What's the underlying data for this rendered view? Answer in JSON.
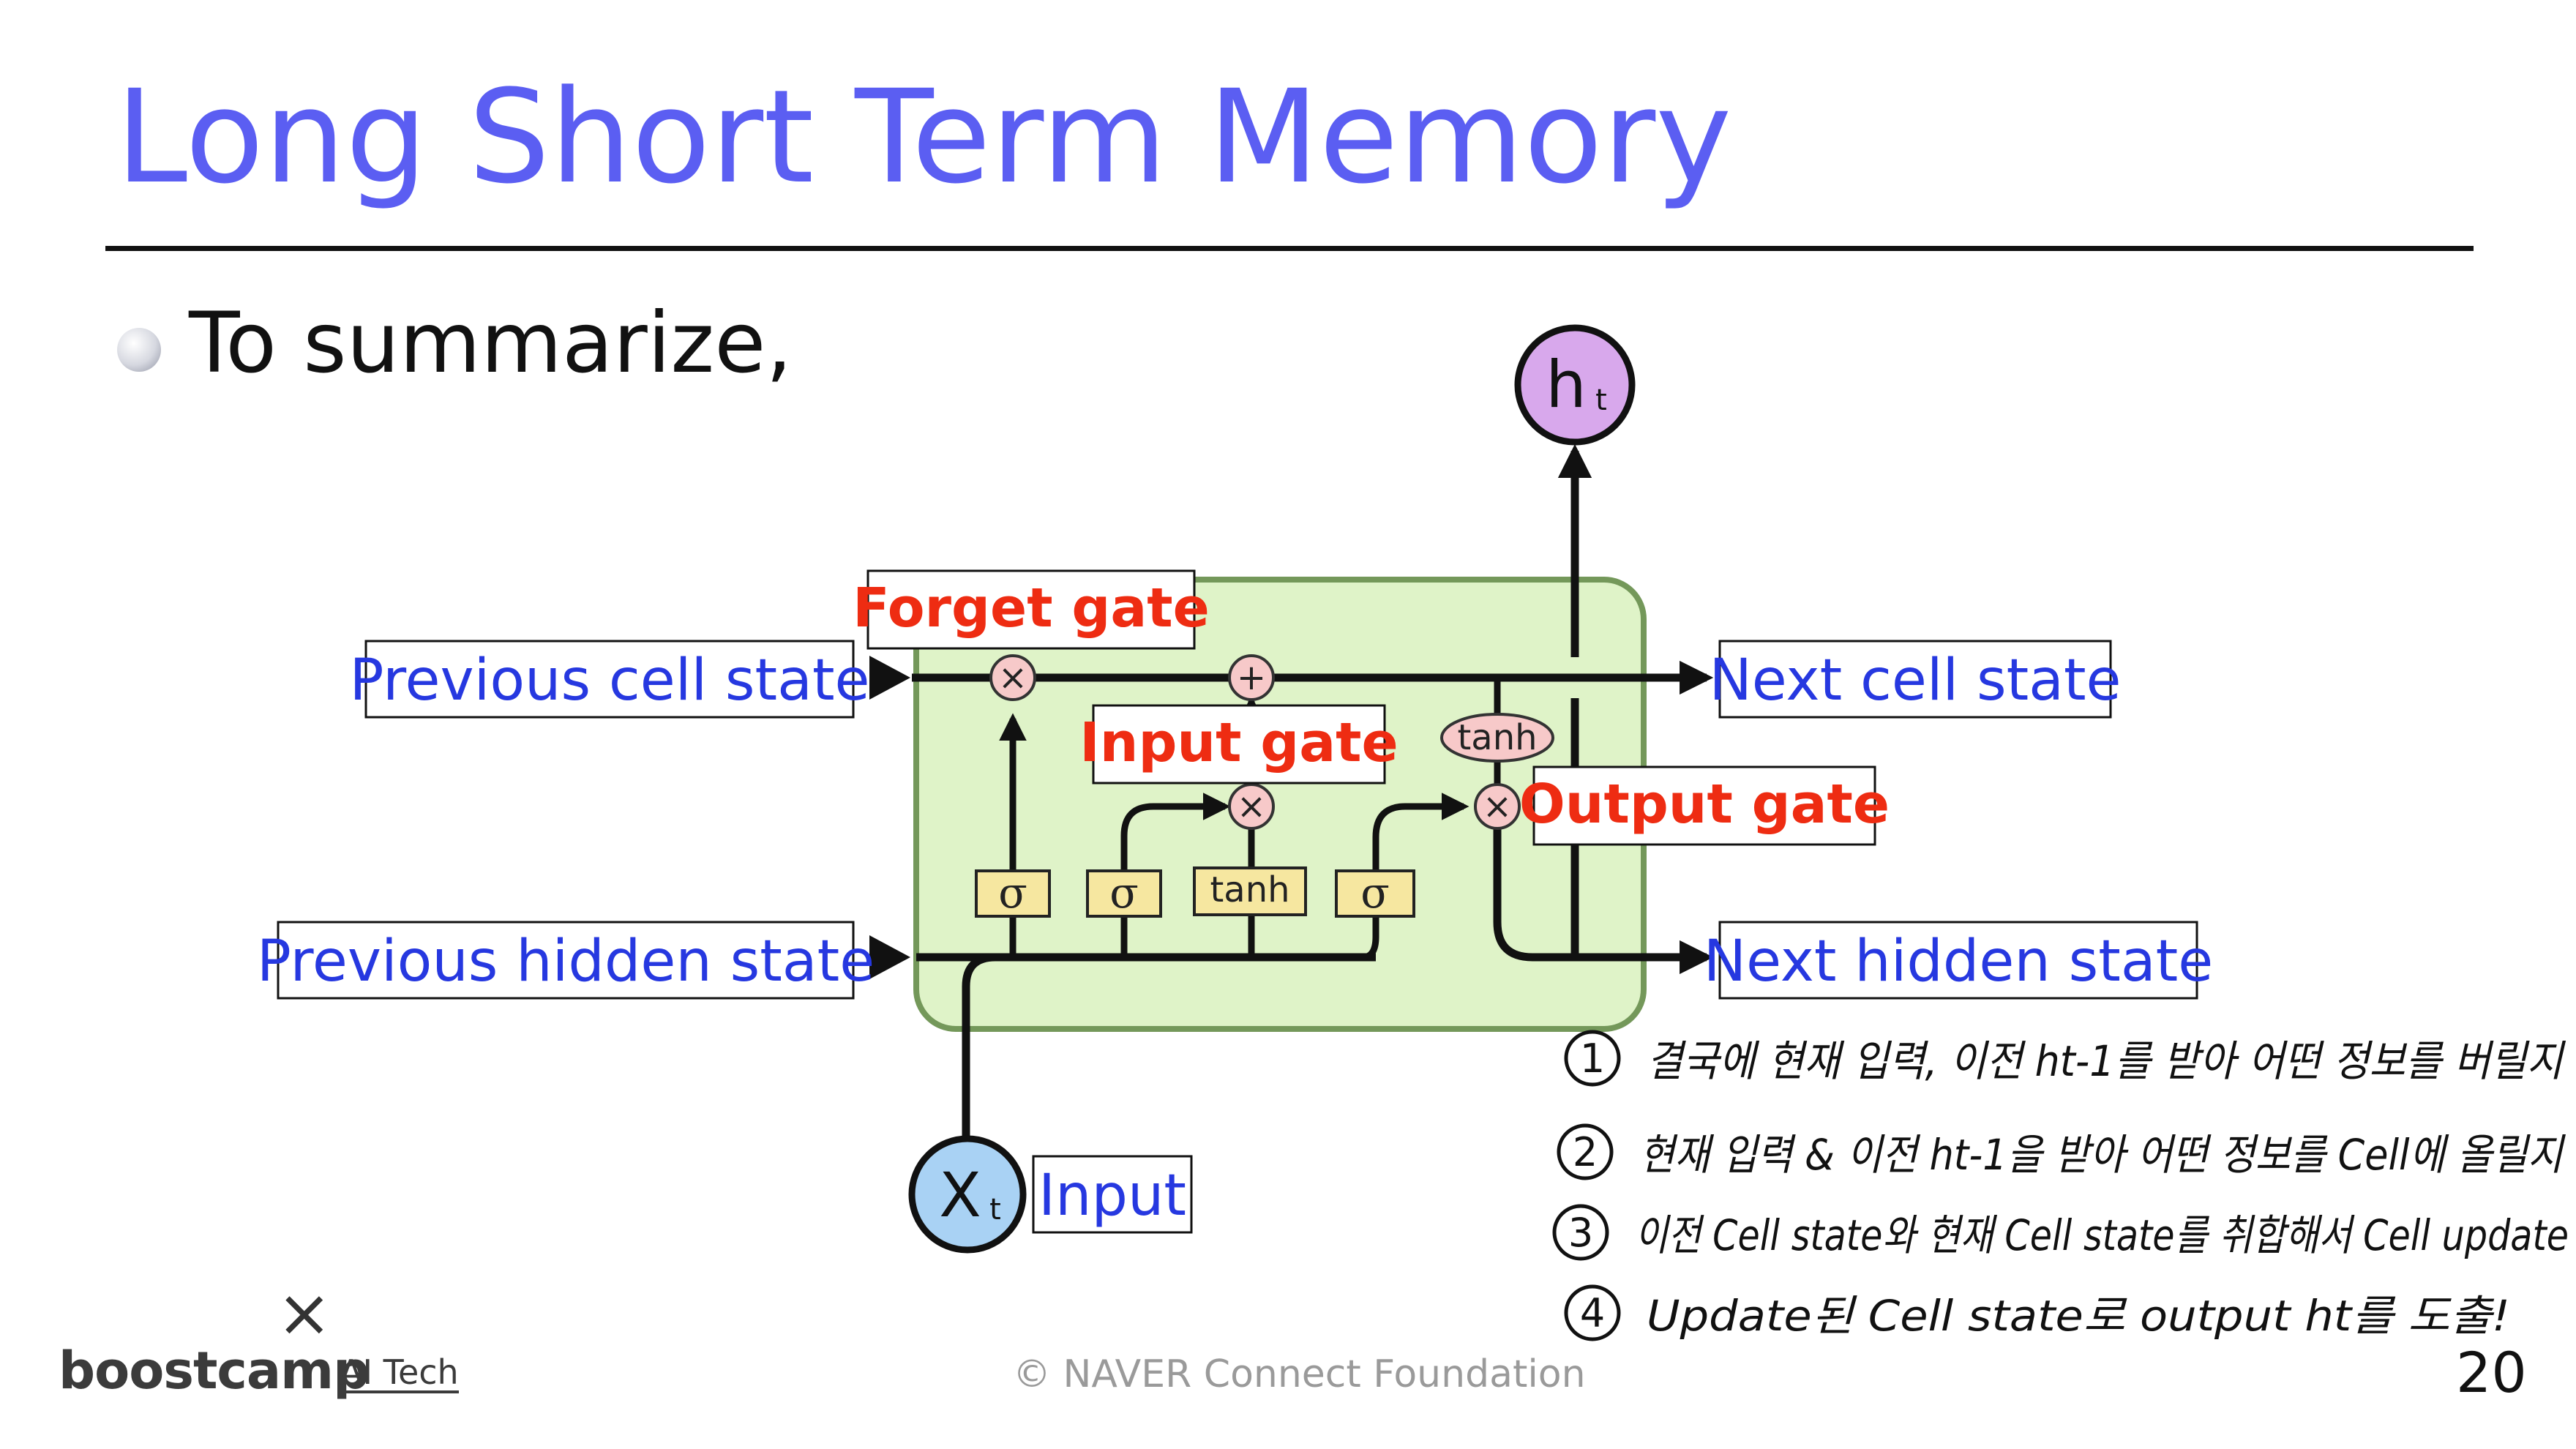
{
  "slide": {
    "title": "Long Short Term Memory",
    "bullet": "To summarize,",
    "page_number": "20"
  },
  "diagram": {
    "labels": {
      "prev_cell": "Previous cell state",
      "prev_hidden": "Previous hidden state",
      "next_cell": "Next cell state",
      "next_hidden": "Next hidden state",
      "input": "Input"
    },
    "gates": {
      "forget": "Forget gate",
      "input": "Input gate",
      "output": "Output gate"
    },
    "ops": {
      "multiply": "×",
      "add": "+",
      "tanh": "tanh",
      "sigma": "σ"
    },
    "nodes": {
      "h_main": "h",
      "h_sub": "t",
      "x_main": "X",
      "x_sub": "t"
    },
    "colors": {
      "cell_fill": "#dff3c8",
      "cell_stroke": "#74985a",
      "sigma_fill": "#f6e7a0",
      "op_fill": "#f7c9c9",
      "h_fill": "#d8a8ec",
      "x_fill": "#a9d2f4"
    }
  },
  "notes": [
    {
      "num": "1",
      "text": "결국에  현재 입력, 이전 ht-1를 받아 어떤 정보를 버릴지"
    },
    {
      "num": "2",
      "text": "현재 입력 & 이전 ht-1을 받아 어떤 정보를 Cell에 올릴지"
    },
    {
      "num": "3",
      "text": "이전 Cell state와 현재 Cell state를 취합해서 Cell update"
    },
    {
      "num": "4",
      "text": "Update된 Cell state로 output ht를 도출!"
    }
  ],
  "footer": {
    "brand": "boostcamp",
    "brand_sub": "AI Tech",
    "close_glyph": "×",
    "copyright": "©  NAVER Connect Foundation"
  }
}
